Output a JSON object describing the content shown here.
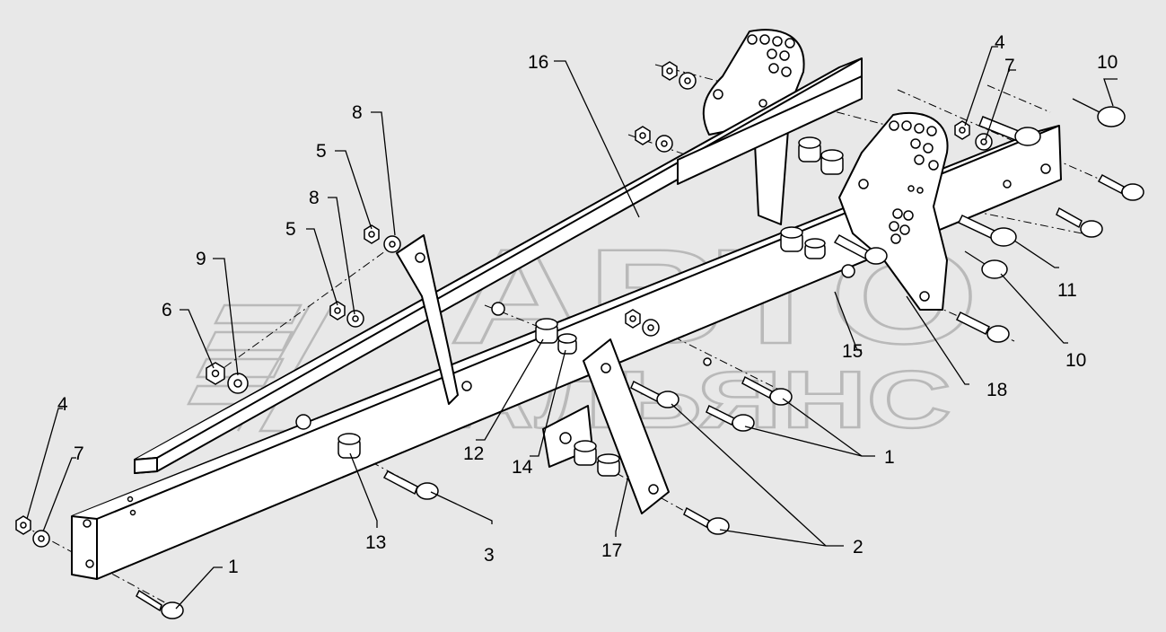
{
  "watermark": {
    "line1": "АВТО",
    "line2": "АЛЬЯНС"
  },
  "callouts": [
    {
      "id": "c16",
      "text": "16"
    },
    {
      "id": "c4a",
      "text": "4"
    },
    {
      "id": "c7a",
      "text": "7"
    },
    {
      "id": "c10a",
      "text": "10"
    },
    {
      "id": "c8a",
      "text": "8"
    },
    {
      "id": "c5a",
      "text": "5"
    },
    {
      "id": "c8b",
      "text": "8"
    },
    {
      "id": "c5b",
      "text": "5"
    },
    {
      "id": "c9",
      "text": "9"
    },
    {
      "id": "c6",
      "text": "6"
    },
    {
      "id": "c11",
      "text": "11"
    },
    {
      "id": "c10b",
      "text": "10"
    },
    {
      "id": "c15",
      "text": "15"
    },
    {
      "id": "c18",
      "text": "18"
    },
    {
      "id": "c1a",
      "text": "1"
    },
    {
      "id": "c4b",
      "text": "4"
    },
    {
      "id": "c7b",
      "text": "7"
    },
    {
      "id": "c12",
      "text": "12"
    },
    {
      "id": "c14",
      "text": "14"
    },
    {
      "id": "c13",
      "text": "13"
    },
    {
      "id": "c3",
      "text": "3"
    },
    {
      "id": "c17",
      "text": "17"
    },
    {
      "id": "c2",
      "text": "2"
    },
    {
      "id": "c1b",
      "text": "1"
    }
  ]
}
